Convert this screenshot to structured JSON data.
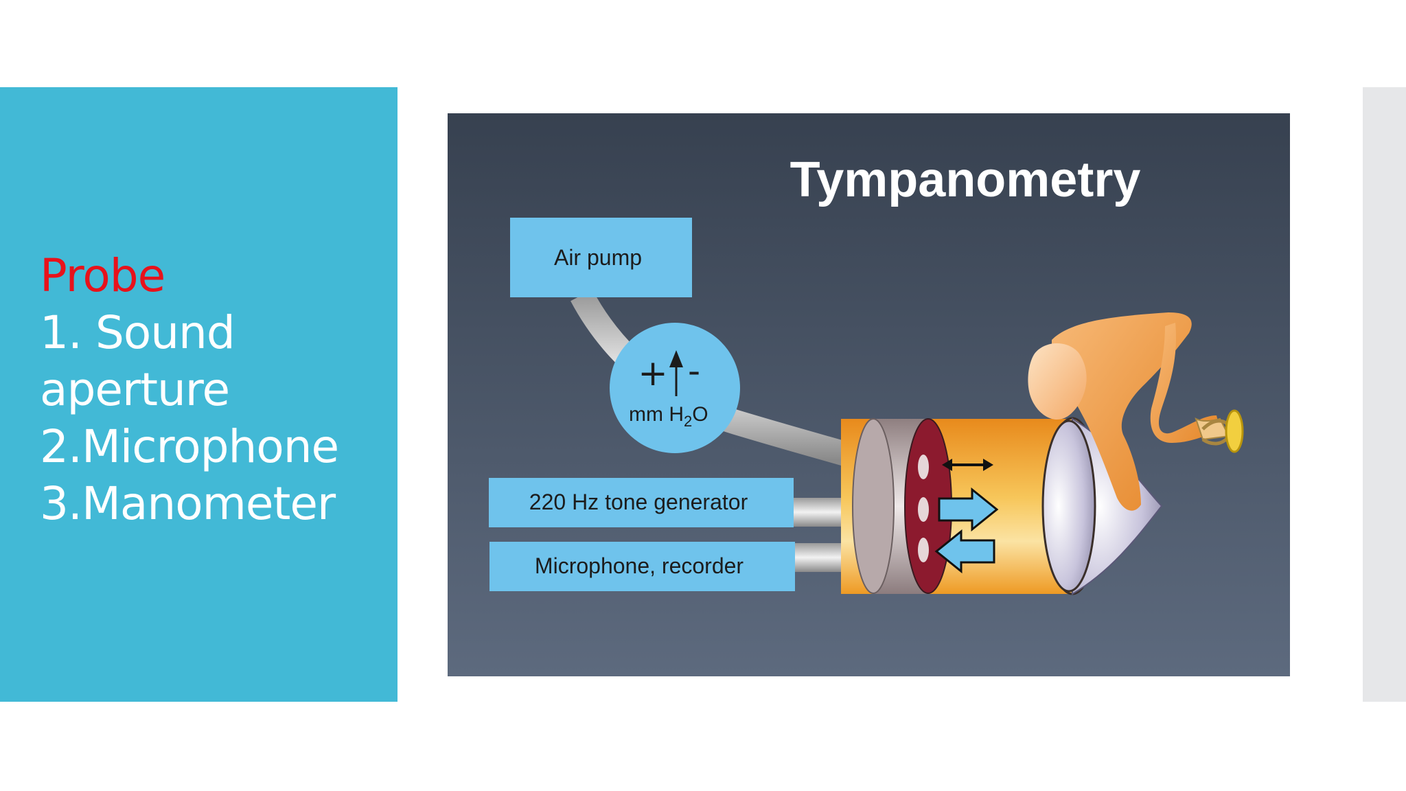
{
  "left_panel": {
    "heading": "Probe",
    "items": [
      "1. Sound",
      "aperture",
      "2.Microphone",
      "3.Manometer"
    ]
  },
  "diagram": {
    "title": "Tympanometry",
    "air_pump_label": "Air pump",
    "manometer": {
      "symbol_plus": "+",
      "symbol_minus": "-",
      "unit_prefix": "mm H",
      "unit_sub": "2",
      "unit_suffix": "O"
    },
    "tone_generator_label": "220 Hz tone generator",
    "microphone_label": "Microphone, recorder"
  },
  "colors": {
    "left_panel": "#42b9d6",
    "heading_red": "#e8121b",
    "label_box": "#6fc3ec",
    "figure_bg_top": "#374150",
    "figure_bg_bottom": "#5d6a7e"
  }
}
